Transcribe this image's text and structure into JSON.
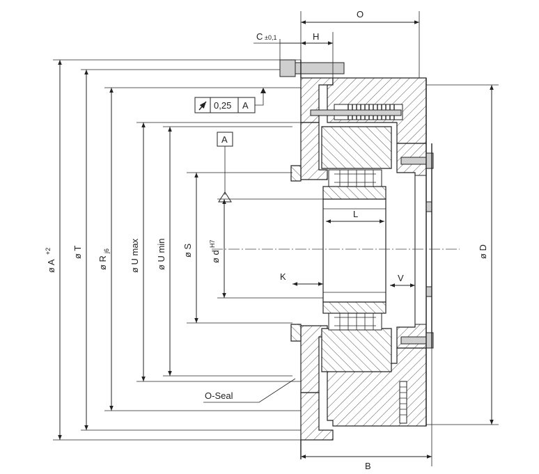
{
  "dimensions": {
    "O": "O",
    "H": "H",
    "C": "C",
    "C_tol": "±0,1",
    "A": "ø A",
    "A_tol": "+2",
    "T": "ø T",
    "R": "ø R",
    "R_tol": "j6",
    "U_max": "ø U max",
    "U_min": "ø U min",
    "S": "ø S",
    "d": "ø d",
    "d_tol": "H7",
    "D": "ø D",
    "L": "L",
    "K": "K",
    "V": "V",
    "B": "B"
  },
  "tolerance_frame": {
    "value": "0,25",
    "datum": "A"
  },
  "datum_label": "A",
  "callout_oseal": "O-Seal"
}
